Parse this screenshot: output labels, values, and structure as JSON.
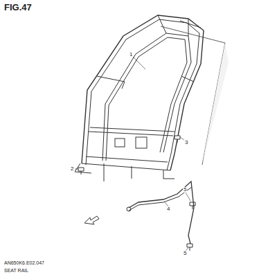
{
  "diagram": {
    "title": "FIG.47",
    "labels": [
      "1",
      "2",
      "3",
      "4",
      "5",
      "5",
      "AN650K6.E02.047",
      "SEAT RAIL"
    ]
  }
}
